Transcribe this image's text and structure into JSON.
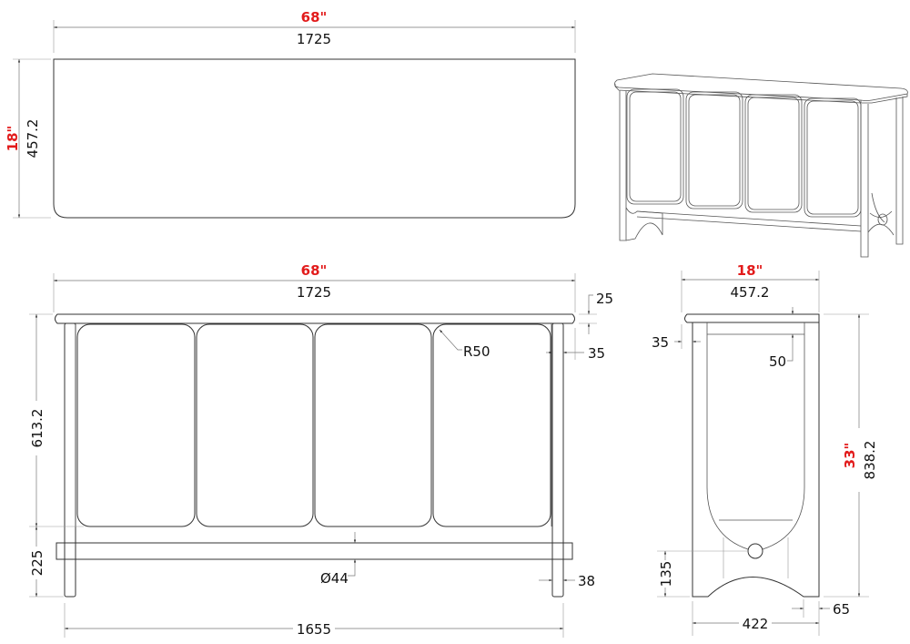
{
  "drawing": {
    "type": "furniture-dimension-drawing",
    "colors": {
      "line": "#333333",
      "dimension": "#777777",
      "imperial_label": "#e21b1b",
      "metric_label": "#111111"
    }
  },
  "top_view": {
    "width_in": "68\"",
    "width_mm": "1725",
    "depth_in": "18\"",
    "depth_mm": "457.2"
  },
  "perspective_view": {
    "label": "isometric-view"
  },
  "front_view": {
    "overall_width_in": "68\"",
    "overall_width_mm": "1725",
    "top_thickness": "25",
    "leg_inset": "35",
    "corner_radius": "R50",
    "upper_height": "613.2",
    "lower_height": "225",
    "stretcher_diameter": "Ø44",
    "leg_width": "38",
    "leg_span": "1655"
  },
  "side_view": {
    "depth_in": "18\"",
    "depth_mm": "457.2",
    "side_inset": "35",
    "rail_height": "50",
    "height_in": "33\"",
    "height_mm": "838.2",
    "stretcher_height": "135",
    "foot_width": "65",
    "base_span": "422"
  }
}
